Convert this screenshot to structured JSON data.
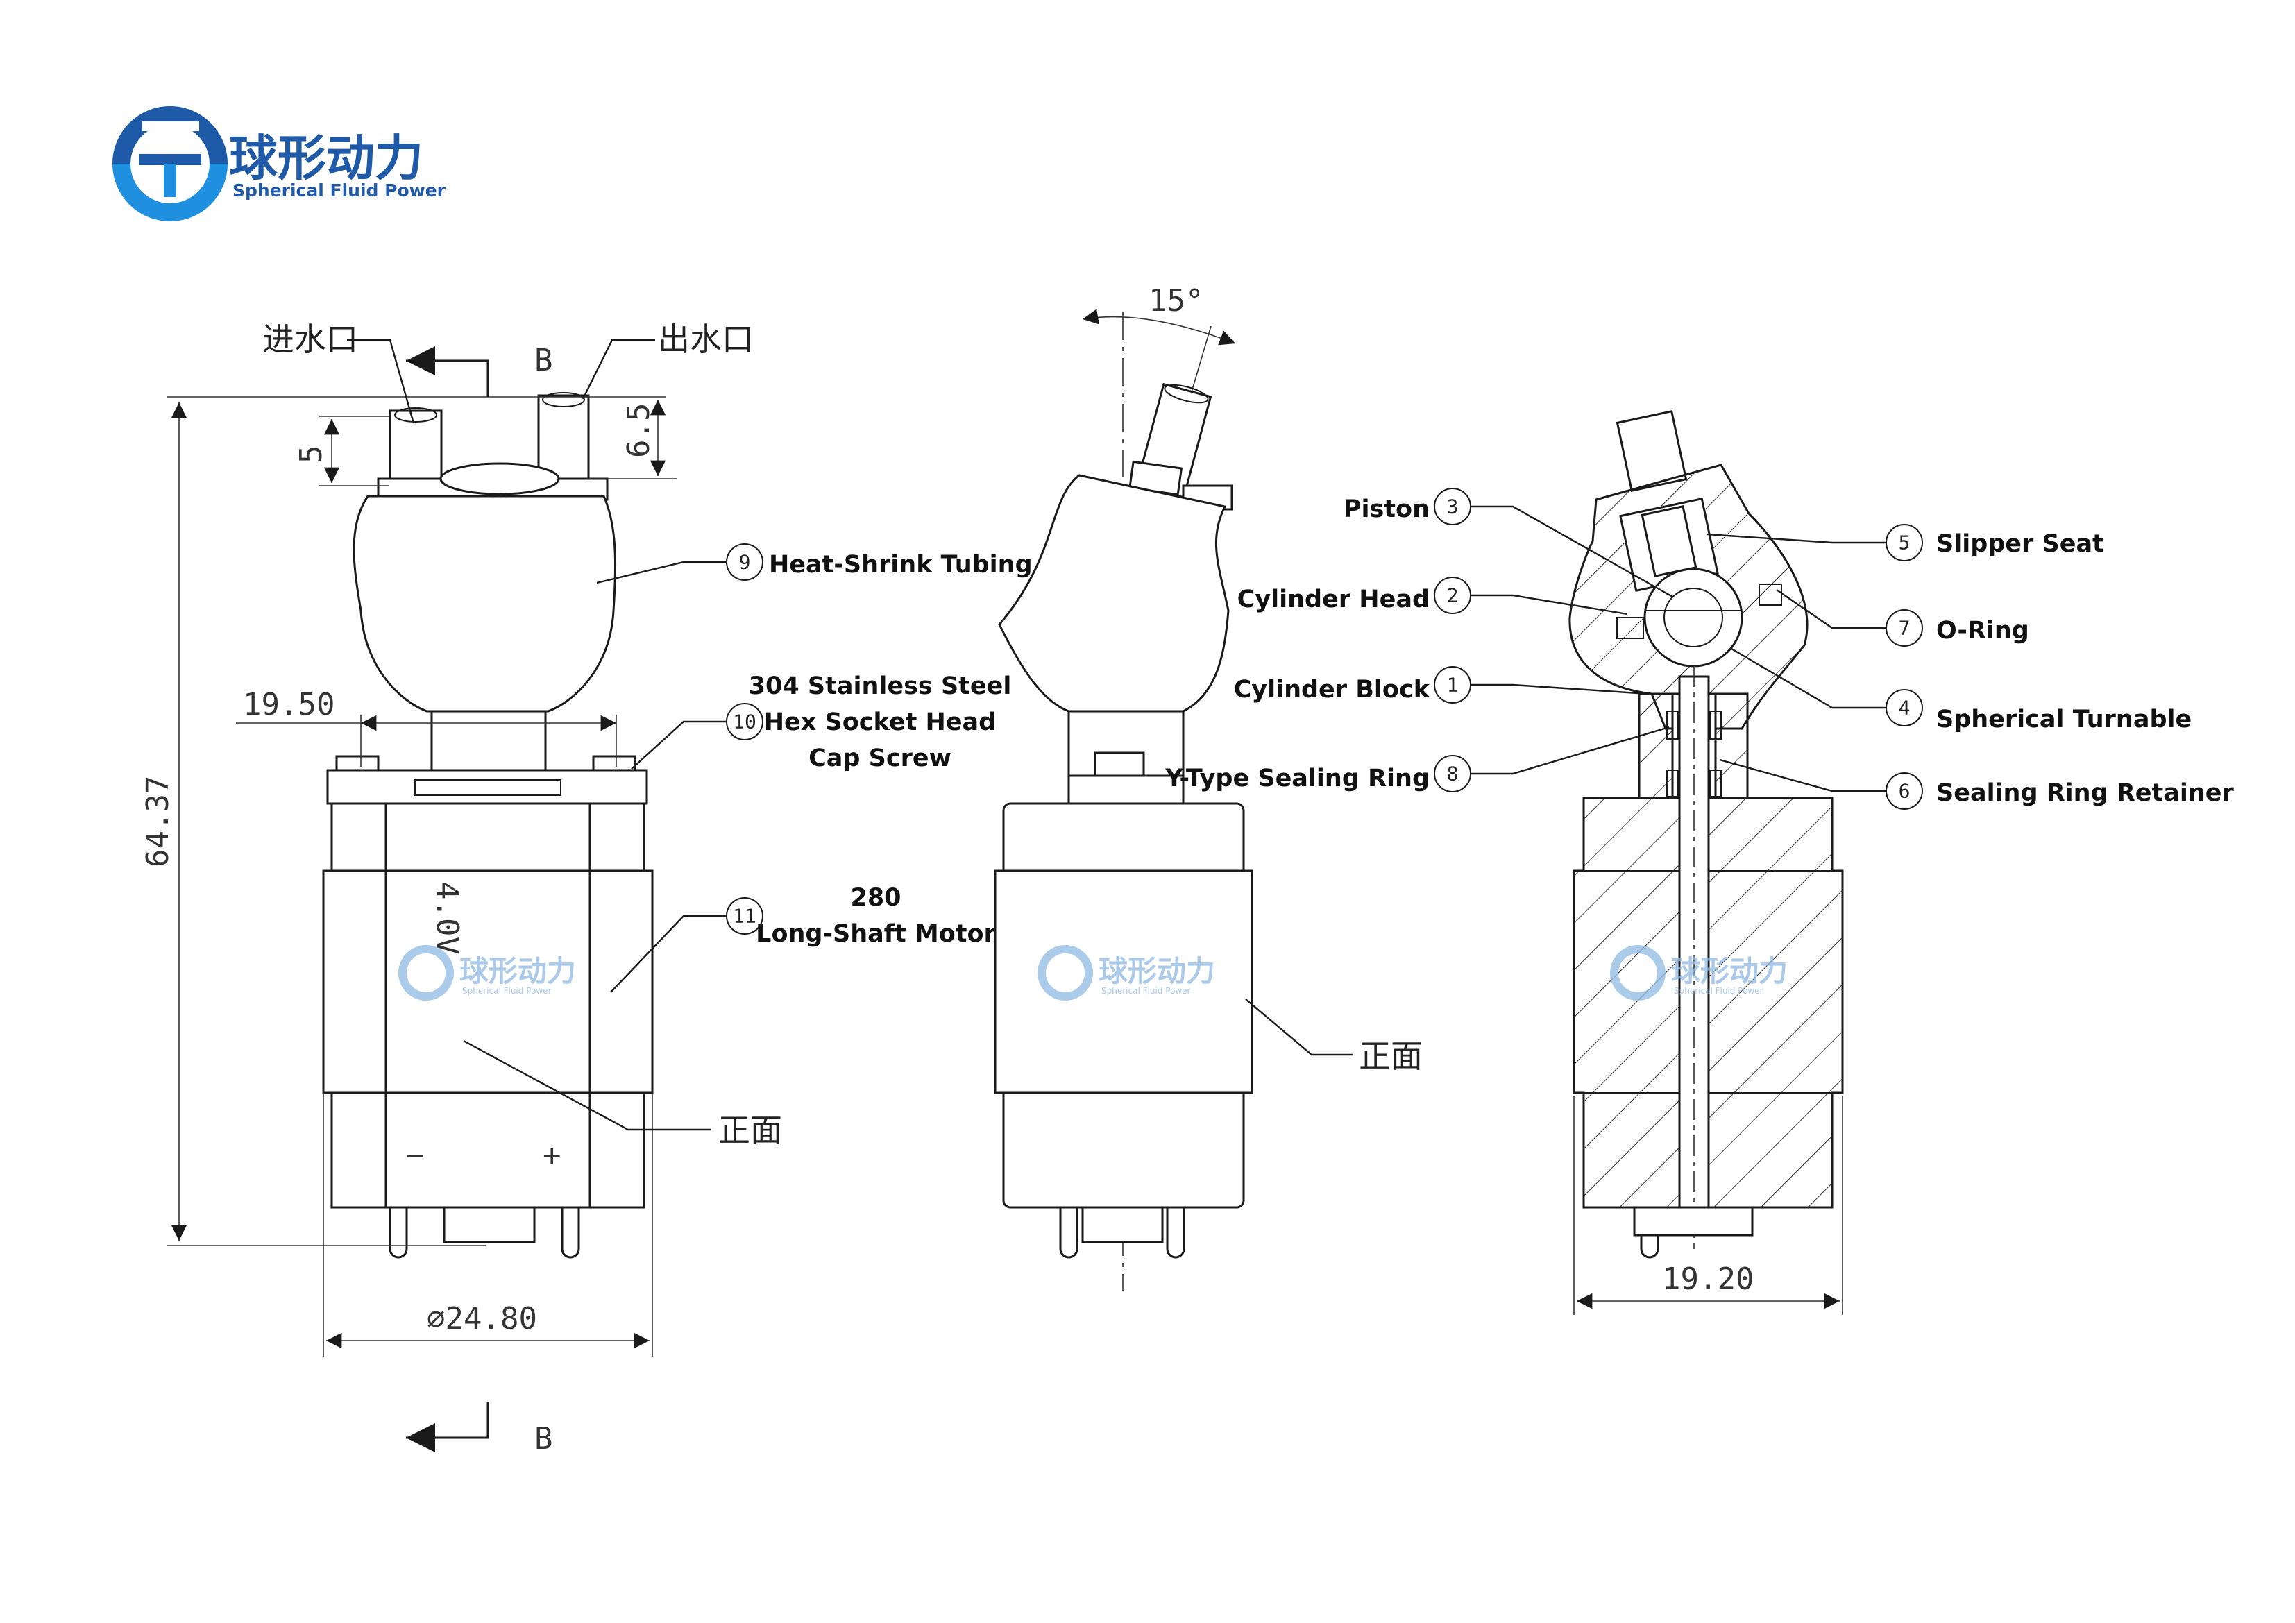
{
  "logo": {
    "name_cn": "球形动力",
    "name_en": "Spherical Fluid Power",
    "color": "#1f5aa8"
  },
  "watermark": {
    "name_cn": "球形动力",
    "name_en": "Spherical Fluid Power",
    "color": "#8fb9e3"
  },
  "dimensions": {
    "inlet_height": "5",
    "outlet_height": "6.5",
    "overall_height": "64.37",
    "flange_width": "19.50",
    "motor_diameter": "⌀24.80",
    "block_width": "19.20",
    "angle": "15°",
    "voltage": "4.0V",
    "section_mark_top": "B",
    "section_mark_bottom": "B"
  },
  "chinese_labels": {
    "inlet": "进水口",
    "outlet": "出水口",
    "front_left": "正面",
    "front_middle": "正面"
  },
  "polarity": {
    "negative": "−",
    "positive": "+"
  },
  "parts": [
    {
      "num": "9",
      "label": "Heat-Shrink Tubing"
    },
    {
      "num": "10",
      "label_lines": [
        "304 Stainless Steel",
        "Hex Socket Head",
        "Cap Screw"
      ]
    },
    {
      "num": "11",
      "label_lines": [
        "280",
        "Long-Shaft Motor"
      ]
    },
    {
      "num": "3",
      "label": "Piston"
    },
    {
      "num": "2",
      "label": "Cylinder Head"
    },
    {
      "num": "1",
      "label": "Cylinder Block"
    },
    {
      "num": "8",
      "label": "Y-Type Sealing Ring"
    },
    {
      "num": "5",
      "label": "Slipper Seat"
    },
    {
      "num": "7",
      "label": "O-Ring"
    },
    {
      "num": "4",
      "label": "Spherical Turnable"
    },
    {
      "num": "6",
      "label": "Sealing Ring Retainer"
    }
  ]
}
